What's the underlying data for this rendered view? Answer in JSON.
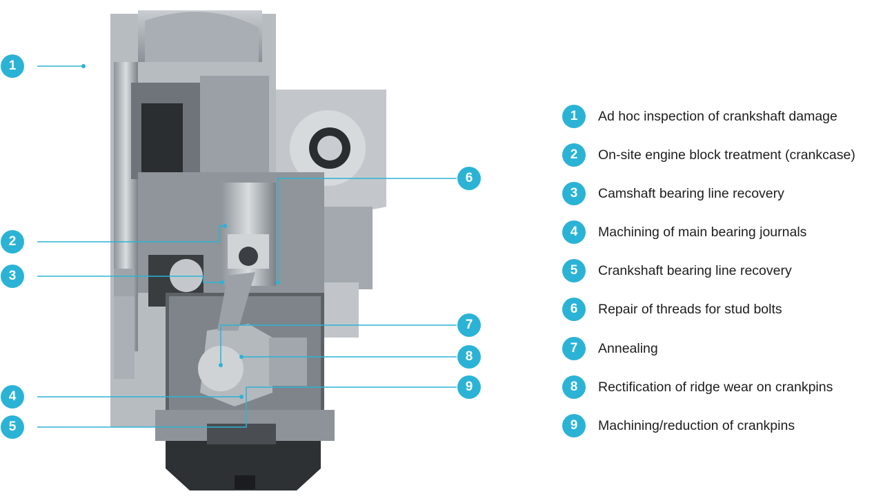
{
  "accent_color": "#2bb3d6",
  "callouts": [
    {
      "number": "1",
      "label": "Ad hoc inspection of crankshaft damage"
    },
    {
      "number": "2",
      "label": "On-site engine block treatment (crankcase)"
    },
    {
      "number": "3",
      "label": "Camshaft bearing line recovery"
    },
    {
      "number": "4",
      "label": "Machining of main bearing journals"
    },
    {
      "number": "5",
      "label": "Crankshaft bearing line recovery"
    },
    {
      "number": "6",
      "label": "Repair of threads for stud bolts"
    },
    {
      "number": "7",
      "label": "Annealing"
    },
    {
      "number": "8",
      "label": "Rectification of ridge wear on crankpins"
    },
    {
      "number": "9",
      "label": "Machining/reduction of crankpins"
    }
  ]
}
